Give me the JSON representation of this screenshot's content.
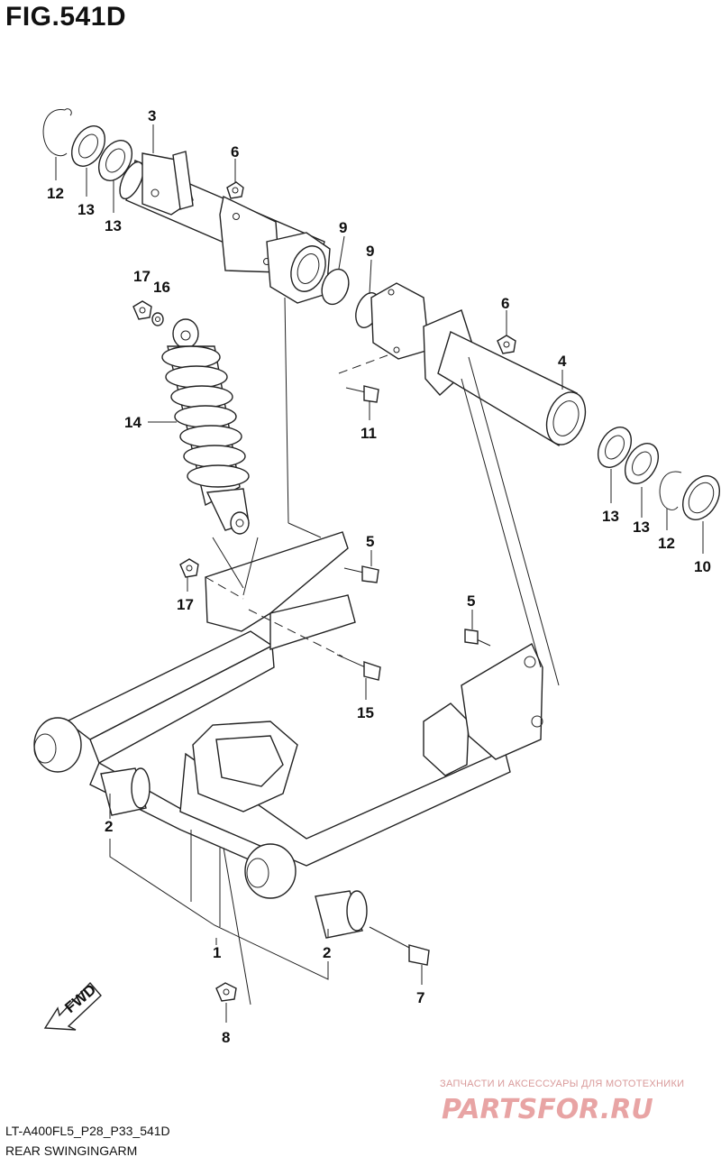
{
  "figure": {
    "title": "FIG.541D",
    "code": "LT-A400FL5_P28_P33_541D",
    "name": "REAR SWINGINGARM",
    "direction_label": "FWD"
  },
  "callouts": {
    "c1": "1",
    "c2a": "2",
    "c2b": "2",
    "c3": "3",
    "c4": "4",
    "c5a": "5",
    "c5b": "5",
    "c6a": "6",
    "c6b": "6",
    "c7": "7",
    "c8": "8",
    "c9a": "9",
    "c9b": "9",
    "c10": "10",
    "c11": "11",
    "c12a": "12",
    "c12b": "12",
    "c13a": "13",
    "c13b": "13",
    "c13c": "13",
    "c13d": "13",
    "c14": "14",
    "c15": "15",
    "c16": "16",
    "c17a": "17",
    "c17b": "17"
  },
  "watermark": {
    "tagline": "ЗАПЧАСТИ И АКСЕССУАРЫ ДЛЯ МОТОТЕХНИКИ",
    "logo_text": "PARTSFOR.RU",
    "logo_color": "#e8a4a4"
  }
}
